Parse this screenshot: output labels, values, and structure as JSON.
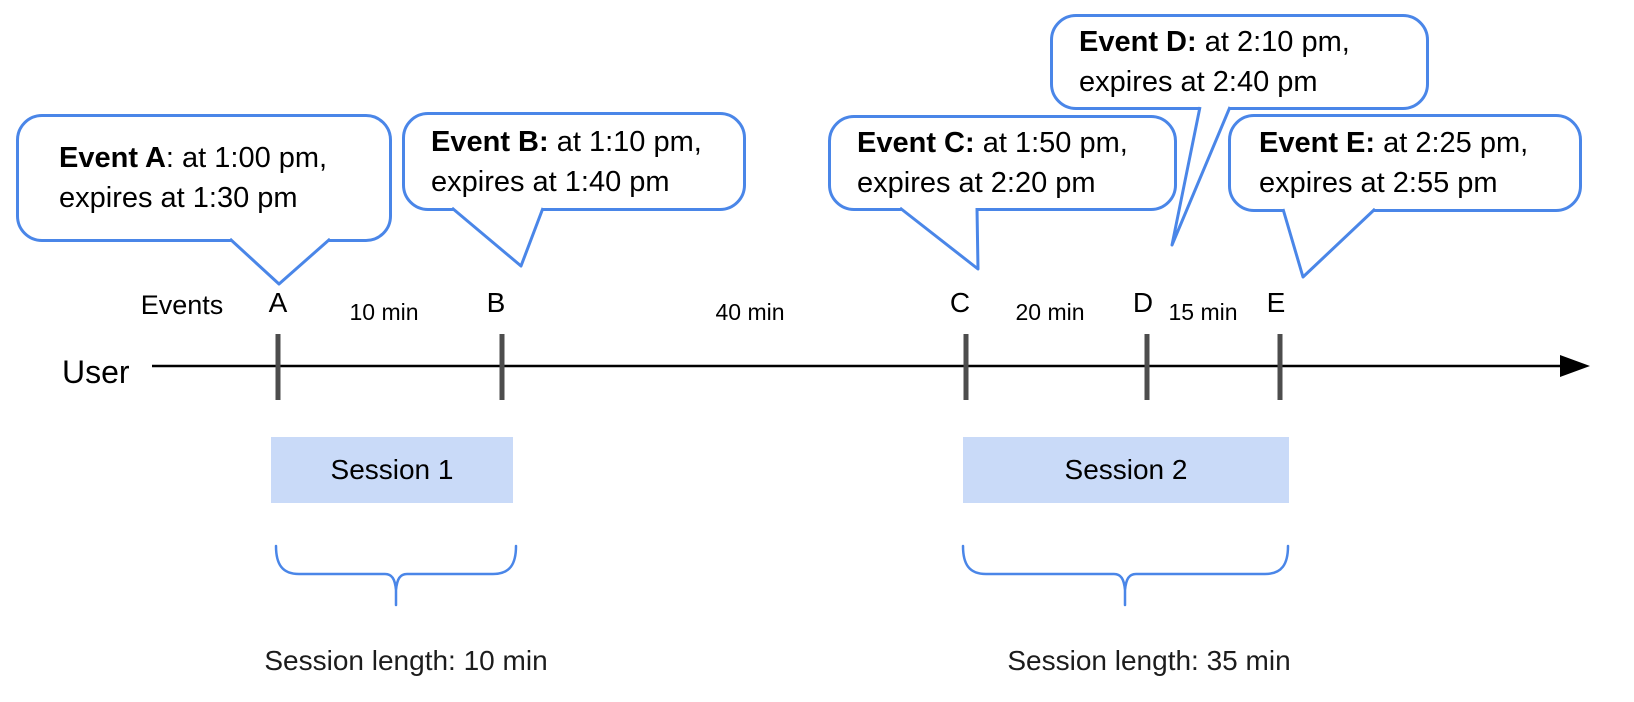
{
  "diagram": {
    "events_axis_label": "Events",
    "user_label": "User",
    "bubbles": [
      {
        "id": "A",
        "bold": "Event A",
        "rest": ": at 1:00 pm,",
        "line2": "expires at 1:30 pm"
      },
      {
        "id": "B",
        "bold": "Event B:",
        "rest": " at 1:10 pm,",
        "line2": "expires at 1:40 pm"
      },
      {
        "id": "C",
        "bold": "Event C:",
        "rest": " at 1:50 pm,",
        "line2": "expires at 2:20 pm"
      },
      {
        "id": "D",
        "bold": "Event D:",
        "rest": " at 2:10 pm,",
        "line2": "expires at 2:40 pm"
      },
      {
        "id": "E",
        "bold": "Event E:",
        "rest": " at 2:25 pm,",
        "line2": "expires at 2:55 pm"
      }
    ],
    "event_marks": [
      "A",
      "B",
      "C",
      "D",
      "E"
    ],
    "intervals": [
      {
        "between": "A-B",
        "label": "10 min"
      },
      {
        "between": "B-C",
        "label": "40 min"
      },
      {
        "between": "C-D",
        "label": "20 min"
      },
      {
        "between": "D-E",
        "label": "15 min"
      }
    ],
    "sessions": [
      {
        "label": "Session 1",
        "length_label": "Session length: 10 min"
      },
      {
        "label": "Session 2",
        "length_label": "Session length: 35 min"
      }
    ],
    "colors": {
      "bubble_border": "#4a86e8",
      "brace": "#4a86e8",
      "session_fill": "#c9daf8",
      "tick": "#4d4d4d",
      "axis": "#000000"
    }
  }
}
